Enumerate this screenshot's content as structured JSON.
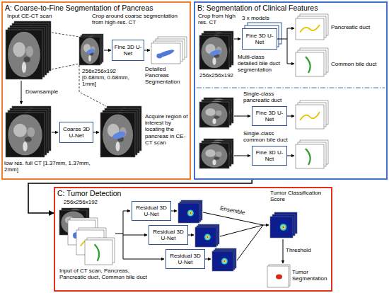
{
  "diagram": {
    "nodes": [
      {
        "text": [
          "A: Coarse-to-Fine Segmentation of Pancreas"
        ]
      },
      {
        "text": [
          "Fine 3D U-Net"
        ],
        "in": 0
      },
      {
        "text": [
          "Coarse 3D U-Net"
        ],
        "in": 0
      },
      {
        "text": [
          "B: Segmentation of Clinical Features"
        ]
      },
      {
        "text": [
          "Fine 3D U-Net"
        ],
        "in": 3
      },
      {
        "text": [
          "Fine 3D U-Net"
        ],
        "in": 3
      },
      {
        "text": [
          "Fine 3D U-Net"
        ],
        "in": 3
      },
      {
        "text": [
          "C: Tumor Detection"
        ]
      },
      {
        "text": [
          "Residual 3D U-Net"
        ],
        "in": 7
      },
      {
        "text": [
          "Residual 3D U-Net"
        ],
        "in": 7
      },
      {
        "text": [
          "Residual 3D U-Net"
        ],
        "in": 7
      }
    ],
    "edges": [
      {
        "from": 3,
        "to": 7,
        "arrow": "to"
      }
    ],
    "labels": [
      "Input CE-CT scan",
      "Crop around coarse segmentation from high-res. CT",
      "256x256x192 [0.68mm, 0.68mm, 1mm]",
      "Detailed Pancreas Segmentation",
      "Downsample",
      "low res. full CT [1.37mm, 1.37mm, 2mm]",
      "Acquire region of interest by locating the pancreas in CE-CT scan",
      "Crop from high res. CT",
      "256x256x192",
      "3 x models",
      "Multi-class detailed bile duct segmentation",
      "Pancreatic duct",
      "Common bile duct",
      "Single-class pancreatic duct",
      "Single-class common bile duct",
      "256x256x192",
      "Input of CT scan, Pancreas, Pancreatic duct, Common bile duct",
      "Ensemble",
      "Tumor Classification Score",
      "Threshold",
      "Tumor Segmentation"
    ]
  }
}
